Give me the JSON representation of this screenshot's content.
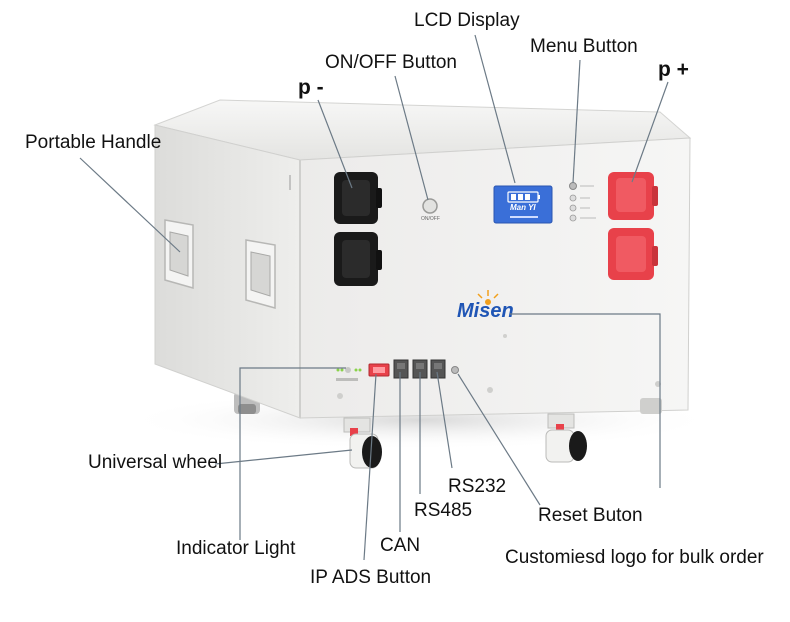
{
  "labels": {
    "lcd_display": "LCD Display",
    "menu_button": "Menu Button",
    "on_off_button": "ON/OFF Button",
    "p_minus": "p -",
    "p_plus": "p +",
    "portable_handle": "Portable Handle",
    "universal_wheel": "Universal wheel",
    "rs232": "RS232",
    "rs485": "RS485",
    "can": "CAN",
    "reset_button": "Reset Buton",
    "indicator_light": "Indicator Light",
    "ip_ads_button": "IP ADS Button",
    "custom_logo": "Customiesd logo for bulk order"
  },
  "device": {
    "brand_logo": "Misen",
    "lcd_text": "Man YI",
    "on_off_caption": "ON/OFF"
  },
  "colors": {
    "cabinet": "#efefed",
    "terminal_negative": "#1a1a1a",
    "terminal_positive": "#e8414a",
    "lcd_screen": "#3a6fd8",
    "logo_blue": "#1f55b5",
    "logo_sun": "#f2a01c"
  }
}
